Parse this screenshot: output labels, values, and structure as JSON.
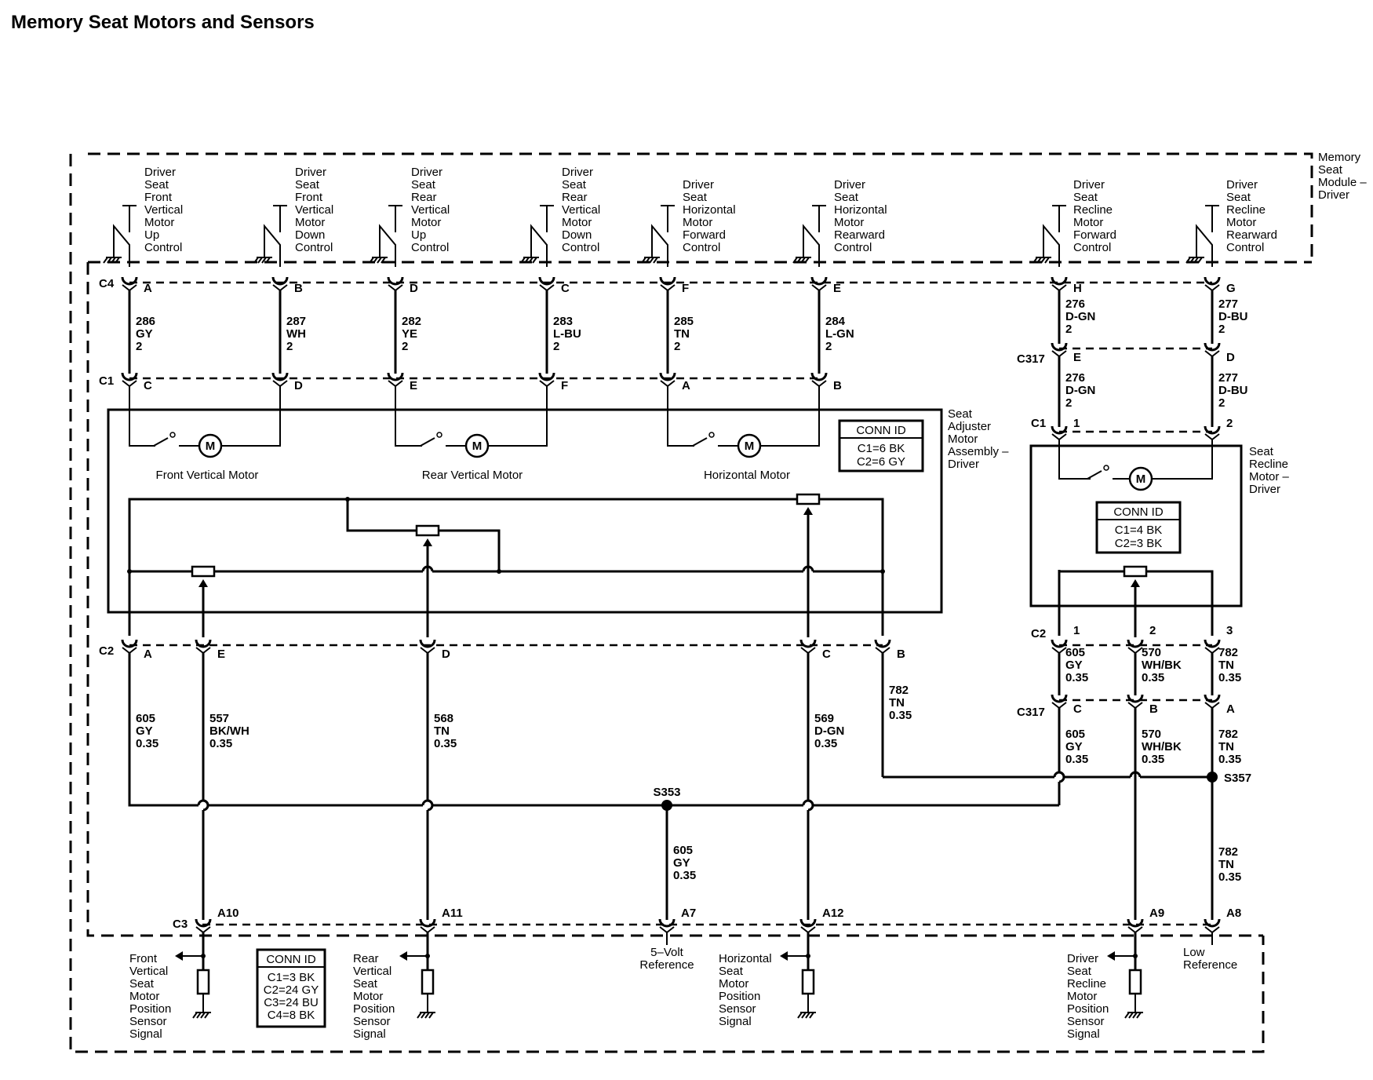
{
  "title": "Memory Seat Motors and Sensors",
  "module_label": [
    "Memory",
    "Seat",
    "Module –",
    "Driver"
  ],
  "seat_adjuster_label": [
    "Seat",
    "Adjuster",
    "Motor",
    "Assembly –",
    "Driver"
  ],
  "recline_motor_label": [
    "Seat",
    "Recline",
    "Motor –",
    "Driver"
  ],
  "switches": [
    [
      "Driver",
      "Seat",
      "Front",
      "Vertical",
      "Motor",
      "Up",
      "Control"
    ],
    [
      "Driver",
      "Seat",
      "Front",
      "Vertical",
      "Motor",
      "Down",
      "Control"
    ],
    [
      "Driver",
      "Seat",
      "Rear",
      "Vertical",
      "Motor",
      "Up",
      "Control"
    ],
    [
      "Driver",
      "Seat",
      "Rear",
      "Vertical",
      "Motor",
      "Down",
      "Control"
    ],
    [
      "Driver",
      "Seat",
      "Horizontal",
      "Motor",
      "Forward",
      "Control"
    ],
    [
      "Driver",
      "Seat",
      "Horizontal",
      "Motor",
      "Rearward",
      "Control"
    ],
    [
      "Driver",
      "Seat",
      "Recline",
      "Motor",
      "Forward",
      "Control"
    ],
    [
      "Driver",
      "Seat",
      "Recline",
      "Motor",
      "Rearward",
      "Control"
    ]
  ],
  "connectors": {
    "c4": "C4",
    "c1": "C1",
    "c2": "C2",
    "c3": "C3",
    "c317": "C317",
    "c4_pins": [
      "A",
      "B",
      "D",
      "C",
      "F",
      "E",
      "H",
      "G"
    ],
    "c1_pins": [
      "C",
      "D",
      "E",
      "F",
      "A",
      "B"
    ],
    "c317_top_pins": [
      "E",
      "D"
    ],
    "recline_c1_pins": [
      "1",
      "2"
    ],
    "c2_pins": [
      "A",
      "E",
      "D",
      "C",
      "B"
    ],
    "recline_c2_pins": [
      "1",
      "2",
      "3"
    ],
    "c317_bottom_pins": [
      "C",
      "B",
      "A"
    ],
    "c3_pins": [
      "A10",
      "A11",
      "A7",
      "A12",
      "A9",
      "A8"
    ]
  },
  "wires_top": [
    [
      "286",
      "GY",
      "2"
    ],
    [
      "287",
      "WH",
      "2"
    ],
    [
      "282",
      "YE",
      "2"
    ],
    [
      "283",
      "L-BU",
      "2"
    ],
    [
      "285",
      "TN",
      "2"
    ],
    [
      "284",
      "L-GN",
      "2"
    ],
    [
      "276",
      "D-GN",
      "2"
    ],
    [
      "277",
      "D-BU",
      "2"
    ]
  ],
  "wires_recline_mid": [
    [
      "276",
      "D-GN",
      "2"
    ],
    [
      "277",
      "D-BU",
      "2"
    ]
  ],
  "wires_bottom": [
    [
      "605",
      "GY",
      "0.35"
    ],
    [
      "557",
      "BK/WH",
      "0.35"
    ],
    [
      "568",
      "TN",
      "0.35"
    ],
    [
      "569",
      "D-GN",
      "0.35"
    ],
    [
      "782",
      "TN",
      "0.35"
    ]
  ],
  "wires_recline_low1": [
    [
      "605",
      "GY",
      "0.35"
    ],
    [
      "570",
      "WH/BK",
      "0.35"
    ],
    [
      "782",
      "TN",
      "0.35"
    ]
  ],
  "wires_recline_low2": [
    [
      "605",
      "GY",
      "0.35"
    ],
    [
      "570",
      "WH/BK",
      "0.35"
    ],
    [
      "782",
      "TN",
      "0.35"
    ]
  ],
  "wire_s353": [
    "605",
    "GY",
    "0.35"
  ],
  "wire_s357": [
    "782",
    "TN",
    "0.35"
  ],
  "splices": {
    "s353": "S353",
    "s357": "S357"
  },
  "motors": [
    "Front Vertical Motor",
    "Rear Vertical Motor",
    "Horizontal Motor"
  ],
  "motor_symbol": "M",
  "conn_id_title": "CONN ID",
  "conn_id_adjuster": [
    "C1=6 BK",
    "C2=6 GY"
  ],
  "conn_id_recline": [
    "C1=4 BK",
    "C2=3 BK"
  ],
  "conn_id_module": [
    "C1=3 BK",
    "C2=24 GY",
    "C3=24 BU",
    "C4=8 BK"
  ],
  "bottom_labels": {
    "front_sensor": [
      "Front",
      "Vertical",
      "Seat",
      "Motor",
      "Position",
      "Sensor",
      "Signal"
    ],
    "rear_sensor": [
      "Rear",
      "Vertical",
      "Seat",
      "Motor",
      "Position",
      "Sensor",
      "Signal"
    ],
    "five_volt": [
      "5–Volt",
      "Reference"
    ],
    "horizontal_sensor": [
      "Horizontal",
      "Seat",
      "Motor",
      "Position",
      "Sensor",
      "Signal"
    ],
    "recline_sensor": [
      "Driver",
      "Seat",
      "Recline",
      "Motor",
      "Position",
      "Sensor",
      "Signal"
    ],
    "low_ref": [
      "Low",
      "Reference"
    ]
  }
}
